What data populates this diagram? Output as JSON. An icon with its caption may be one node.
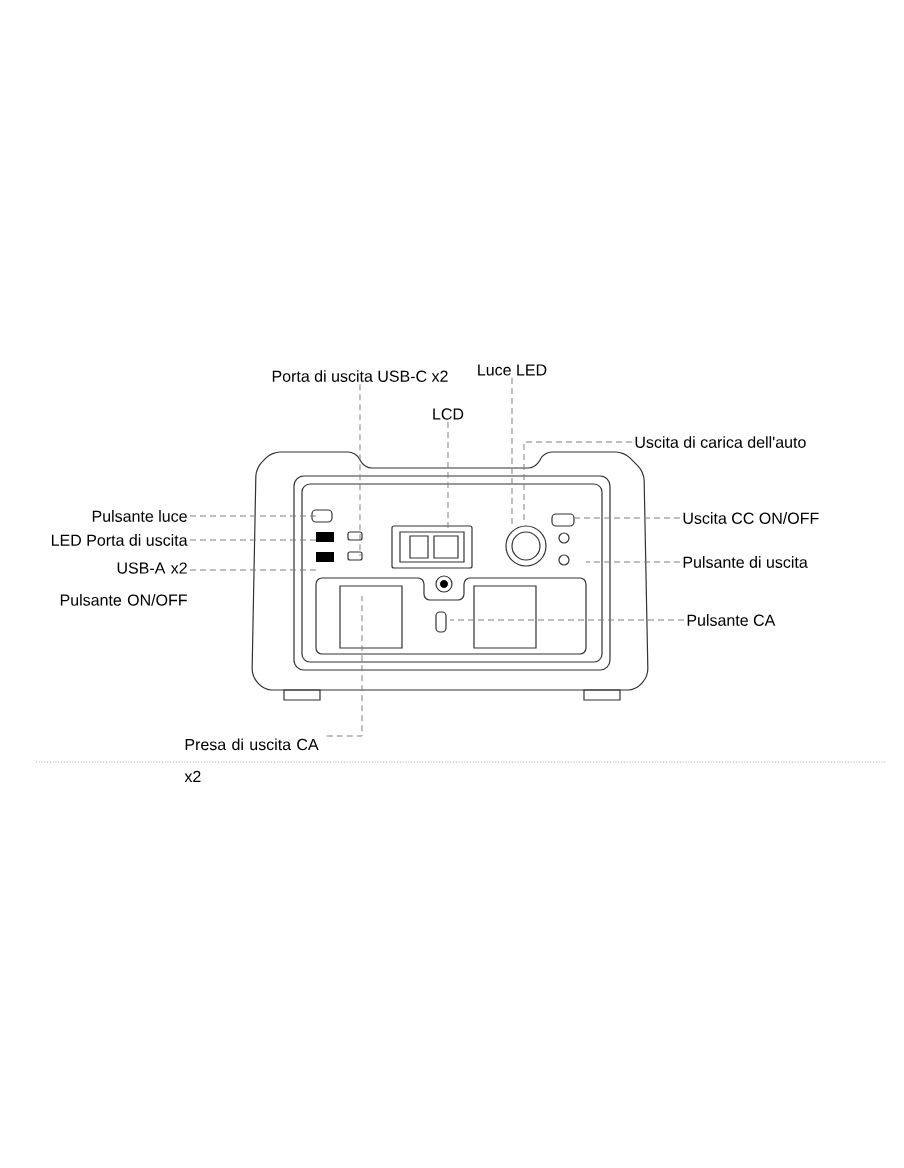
{
  "diagram": {
    "nodes": [
      {
        "text": [
          "Porta di uscita USB-C x2"
        ]
      },
      {
        "text": [
          "LCD"
        ]
      },
      {
        "text": [
          "Luce LED"
        ]
      },
      {
        "text": [
          "Uscita di carica dell'auto"
        ]
      },
      {
        "text": [
          "Pulsante luce"
        ]
      },
      {
        "text": [
          "LED Porta di uscita"
        ]
      },
      {
        "text": [
          "USB-A x2 Pulsante ON/OFF"
        ]
      },
      {
        "text": [
          "Uscita CC ON/OFF"
        ]
      },
      {
        "text": [
          "Pulsante di uscita"
        ]
      },
      {
        "text": [
          "Pulsante CA"
        ]
      },
      {
        "text": [
          "Presa di uscita CA x2"
        ]
      }
    ],
    "edges": [
      {
        "from": 0,
        "to": null,
        "arrow": "none",
        "style": "dashed"
      },
      {
        "from": 1,
        "to": null,
        "arrow": "none",
        "style": "dashed"
      },
      {
        "from": 2,
        "to": null,
        "arrow": "none",
        "style": "dashed"
      },
      {
        "from": 3,
        "to": null,
        "arrow": "none",
        "style": "dashed"
      },
      {
        "from": 4,
        "to": null,
        "arrow": "none",
        "style": "dashed"
      },
      {
        "from": 5,
        "to": null,
        "arrow": "none",
        "style": "dashed"
      },
      {
        "from": 6,
        "to": null,
        "arrow": "none",
        "style": "dashed"
      },
      {
        "from": 7,
        "to": null,
        "arrow": "none",
        "style": "dashed"
      },
      {
        "from": 8,
        "to": null,
        "arrow": "none",
        "style": "dashed"
      },
      {
        "from": 9,
        "to": null,
        "arrow": "none",
        "style": "dashed"
      },
      {
        "from": 10,
        "to": null,
        "arrow": "none",
        "style": "dashed"
      }
    ]
  }
}
